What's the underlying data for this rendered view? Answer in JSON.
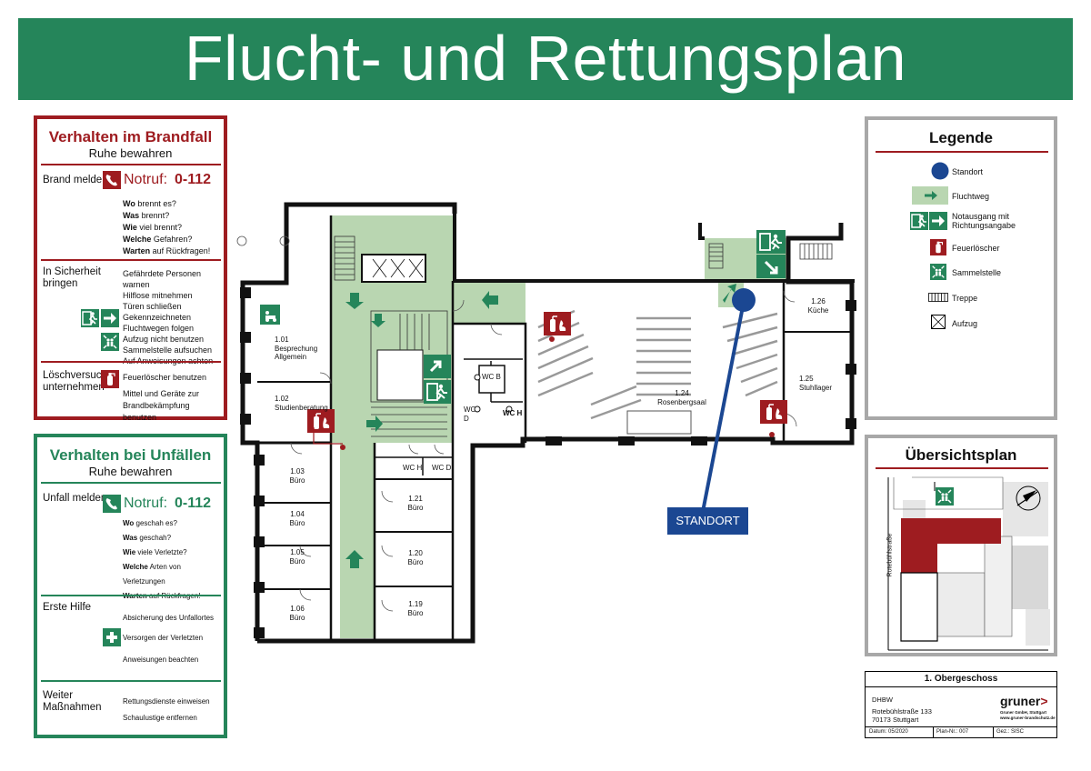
{
  "title": "Flucht- und Rettungsplan",
  "fire_box": {
    "title": "Verhalten im Brandfall",
    "subtitle": "Ruhe bewahren",
    "report_label": "Brand melden",
    "notruf_label": "Notruf:",
    "notruf_number": "0-112",
    "questions": [
      {
        "bold": "Wo",
        "rest": " brennt es?"
      },
      {
        "bold": "Was",
        "rest": " brennt?"
      },
      {
        "bold": "Wie",
        "rest": " viel brennt?"
      },
      {
        "bold": "Welche",
        "rest": " Gefahren?"
      },
      {
        "bold": "Warten",
        "rest": " auf Rückfragen!"
      }
    ],
    "safety_label": "In Sicherheit bringen",
    "safety_items": [
      "Gefährdete Personen warnen",
      "Hilflose mitnehmen",
      "Türen schließen",
      "Gekennzeichneten",
      "Fluchtwegen folgen",
      "Aufzug nicht benutzen",
      "Sammelstelle aufsuchen",
      "Auf Anweisungen achten"
    ],
    "extinguish_label": "Löschversuch unternehmen",
    "extinguish_items": [
      "Feuerlöscher benutzen",
      "Mittel und Geräte zur",
      "Brandbekämpfung benutzen"
    ]
  },
  "accident_box": {
    "title": "Verhalten bei Unfällen",
    "subtitle": "Ruhe bewahren",
    "report_label": "Unfall melden",
    "notruf_label": "Notruf:",
    "notruf_number": "0-112",
    "questions": [
      {
        "bold": "Wo",
        "rest": " geschah es?"
      },
      {
        "bold": "Was",
        "rest": " geschah?"
      },
      {
        "bold": "Wie",
        "rest": " viele Verletzte?"
      },
      {
        "bold": "Welche",
        "rest": " Arten von Verletzungen"
      },
      {
        "bold": "Warten",
        "rest": " auf Rückfragen!"
      }
    ],
    "first_aid_label": "Erste Hilfe",
    "first_aid_items": [
      "Absicherung des Unfallortes",
      "Versorgen der Verletzten",
      "Anweisungen beachten"
    ],
    "further_label": "Weiter Maßnahmen",
    "further_items": [
      "Rettungsdienste einweisen",
      "Schaulustige entfernen"
    ]
  },
  "legend": {
    "title": "Legende",
    "items": [
      {
        "icon": "standort-icon",
        "label": "Standort"
      },
      {
        "icon": "fluchtweg-arrow-icon",
        "label": "Fluchtweg"
      },
      {
        "icon": "notausgang-icon",
        "label": "Notausgang mit Richtungsangabe"
      },
      {
        "icon": "feuerloescher-icon",
        "label": "Feuerlöscher"
      },
      {
        "icon": "sammelstelle-icon",
        "label": "Sammelstelle"
      },
      {
        "icon": "treppe-icon",
        "label": "Treppe"
      },
      {
        "icon": "aufzug-icon",
        "label": "Aufzug"
      }
    ]
  },
  "overview": {
    "title": "Übersichtsplan",
    "street": "Rotebühlstraße"
  },
  "title_block": {
    "floor": "1. Obergeschoss",
    "org": "DHBW",
    "address_1": "Rotebühlstraße 133",
    "address_2": "70173 Stuttgart",
    "brand": "gruner",
    "brand_line_1": "Gruner GmbH, Stuttgart",
    "brand_line_2": "www.gruner-brandschutz.de",
    "date_label": "Datum:",
    "date_value": "05/2020",
    "plan_label": "Plan-Nr.:",
    "plan_value": "007",
    "drawn_label": "Gez.:",
    "drawn_value": "SISC"
  },
  "plan": {
    "standort_label": "STANDORT",
    "rooms": [
      {
        "id": "1.01",
        "name": "Besprechung Allgemein"
      },
      {
        "id": "1.02",
        "name": "Studienberatung"
      },
      {
        "id": "1.03",
        "name": "Büro"
      },
      {
        "id": "1.04",
        "name": "Büro"
      },
      {
        "id": "1.05",
        "name": "Büro"
      },
      {
        "id": "1.06",
        "name": "Büro"
      },
      {
        "id": "1.21",
        "name": "Büro"
      },
      {
        "id": "1.20",
        "name": "Büro"
      },
      {
        "id": "1.19",
        "name": "Büro"
      },
      {
        "id": "1.24",
        "name": "Rosenbergsaal"
      },
      {
        "id": "1.25",
        "name": "Stuhllager"
      },
      {
        "id": "1.26",
        "name": "Küche"
      }
    ],
    "wc": {
      "wc_b": "WC B",
      "wc_d": "WC D",
      "wc_h": "WC H",
      "wc_h2": "WC H",
      "wc_d2": "WC D"
    }
  },
  "colors": {
    "green": "#25855a",
    "red": "#9e1c20",
    "route": "#b9d6b1",
    "blue": "#1b4792",
    "grey": "#a8a8a8"
  }
}
